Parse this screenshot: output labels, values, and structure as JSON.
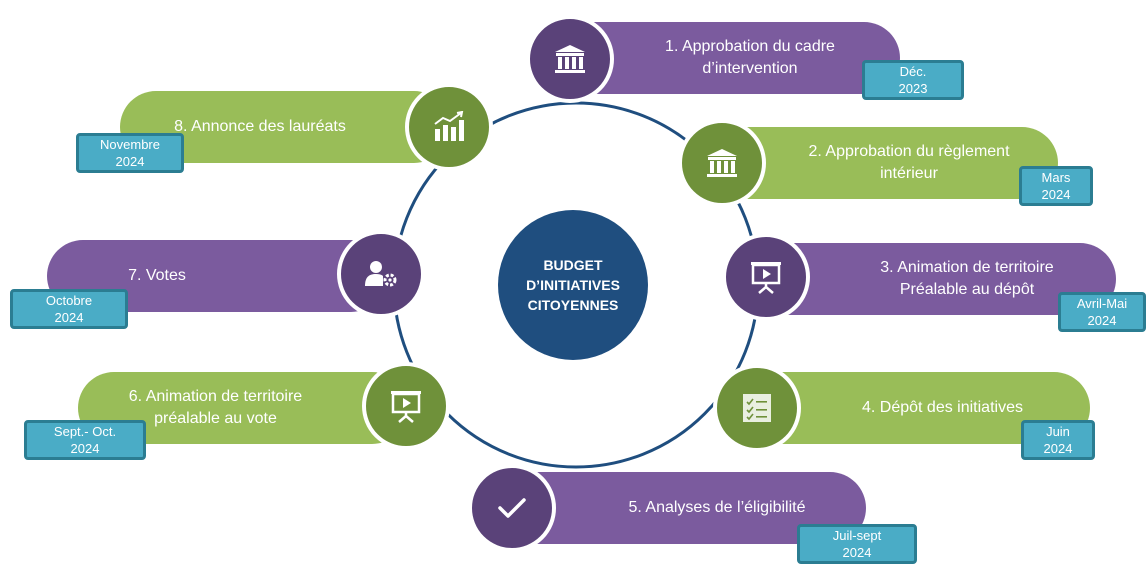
{
  "center": {
    "line1": "BUDGET",
    "line2": "D’INITIATIVES",
    "line3": "CITOYENNES"
  },
  "steps": [
    {
      "label_line1": "1. Approbation du cadre",
      "label_line2": "d’intervention",
      "date_line1": "Déc.",
      "date_line2": "2023",
      "icon": "institution-icon",
      "color": "purple"
    },
    {
      "label_line1": "2. Approbation du règlement",
      "label_line2": "intérieur",
      "date_line1": "Mars",
      "date_line2": "2024",
      "icon": "institution-icon",
      "color": "green"
    },
    {
      "label_line1": "3. Animation de territoire",
      "label_line2": "Préalable au dépôt",
      "date_line1": "Avril-Mai",
      "date_line2": "2024",
      "icon": "presentation-board-icon",
      "color": "purple"
    },
    {
      "label_line1": "4. Dépôt des initiatives",
      "label_line2": "",
      "date_line1": "Juin",
      "date_line2": "2024",
      "icon": "checklist-icon",
      "color": "green"
    },
    {
      "label_line1": "5. Analyses de l’éligibilité",
      "label_line2": "",
      "date_line1": "Juil-sept",
      "date_line2": "2024",
      "icon": "checkmark-icon",
      "color": "purple"
    },
    {
      "label_line1": "6. Animation de territoire",
      "label_line2": "préalable au vote",
      "date_line1": "Sept.- Oct.",
      "date_line2": "2024",
      "icon": "presentation-board-icon",
      "color": "green"
    },
    {
      "label_line1": "7. Votes",
      "label_line2": "",
      "date_line1": "Octobre",
      "date_line2": "2024",
      "icon": "user-settings-icon",
      "color": "purple"
    },
    {
      "label_line1": "8. Annonce des lauréats",
      "label_line2": "",
      "date_line1": "Novembre",
      "date_line2": "2024",
      "icon": "growth-chart-icon",
      "color": "green"
    }
  ],
  "colors": {
    "purple": "#7b5b9e",
    "purple_dark": "#5a4279",
    "green": "#99bd58",
    "green_dark": "#6f913a",
    "badge": "#4aacc6",
    "center": "#1f4e7f",
    "ring": "#1f4e7f"
  }
}
